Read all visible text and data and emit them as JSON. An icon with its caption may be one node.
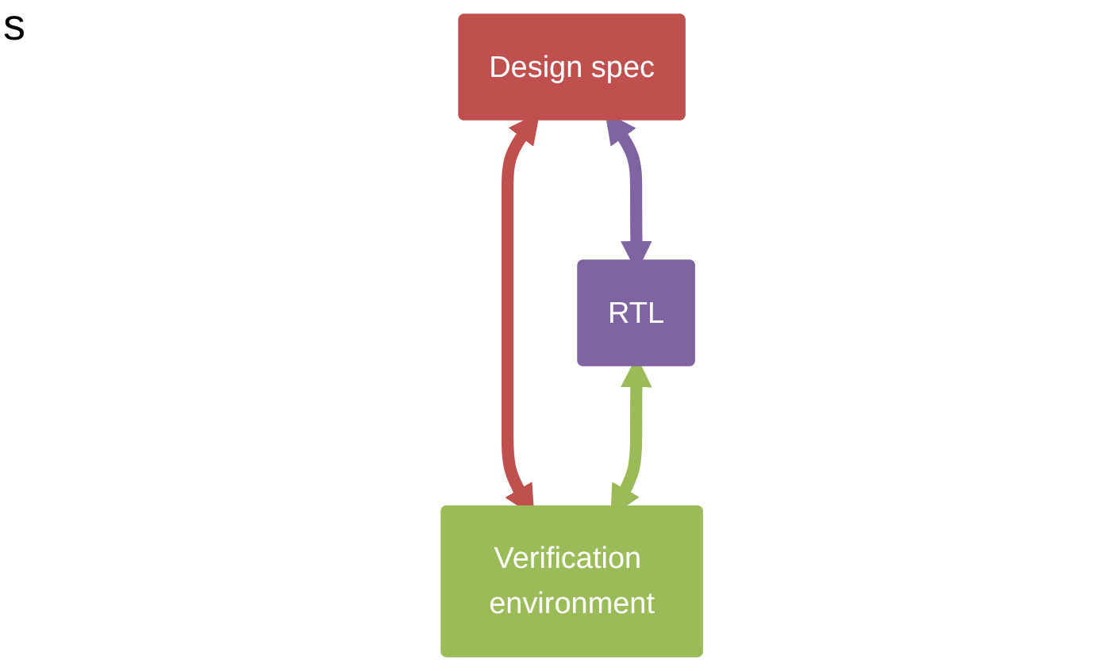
{
  "diagram": {
    "nodes": [
      {
        "text": [
          "Design spec"
        ]
      },
      {
        "text": [
          "RTL"
        ]
      },
      {
        "text": [
          "Verification environment"
        ]
      }
    ],
    "edges": [
      {
        "from": 0,
        "to": 1,
        "arrow": "both",
        "color": "#8064a2"
      },
      {
        "from": 0,
        "to": 2,
        "arrow": "both",
        "color": "#c0504d"
      },
      {
        "from": 1,
        "to": 2,
        "arrow": "both",
        "color": "#9bbb59"
      }
    ],
    "labels": [
      "s"
    ]
  }
}
